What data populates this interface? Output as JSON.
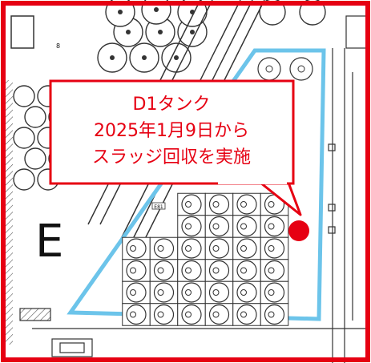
{
  "map": {
    "area_label": "E",
    "sign_text": "E81",
    "small_marker": "8"
  },
  "callout": {
    "line1": "D1タンク",
    "line2": "2025年1月9日から",
    "line3": "スラッジ回収を実施"
  },
  "colors": {
    "frame": "#e60012",
    "tank_area_outline": "#6cc4ea",
    "target_marker": "#e60012",
    "drawing_lines": "#333333",
    "callout_border": "#e60012",
    "callout_text": "#e60012"
  },
  "tank_grid": {
    "rows": 6,
    "cols": 6,
    "target_row": 2,
    "target_col": 6
  }
}
